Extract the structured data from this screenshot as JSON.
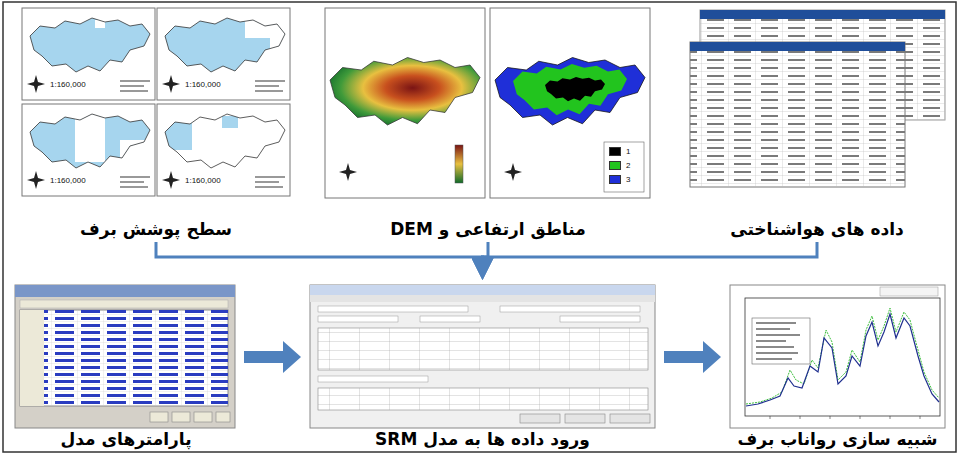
{
  "diagram": {
    "nodes": [
      {
        "text": [
          "سطح پوشش برف"
        ]
      },
      {
        "text": [
          "مناطق ارتفاعی و DEM"
        ]
      },
      {
        "text": [
          "داده های هواشناختی"
        ]
      },
      {
        "text": [
          "پارامترهای مدل"
        ]
      },
      {
        "text": [
          "ورود داده ها به مدل SRM"
        ]
      },
      {
        "text": [
          "شبیه سازی رواناب برف"
        ]
      }
    ],
    "edges": [
      {
        "from": 0,
        "to": 4,
        "arrow": "to"
      },
      {
        "from": 1,
        "to": 4,
        "arrow": "to"
      },
      {
        "from": 2,
        "to": 4,
        "arrow": "to"
      },
      {
        "from": 3,
        "to": 4,
        "arrow": "to"
      },
      {
        "from": 4,
        "to": 5,
        "arrow": "to"
      }
    ],
    "labels": [
      "1:160,000",
      "1:160,000",
      "1:160,000",
      "1:160,000"
    ],
    "legend": [
      {
        "text": "1",
        "color": "#000000"
      },
      {
        "text": "2",
        "color": "#22c41e"
      },
      {
        "text": "3",
        "color": "#1f2fd8"
      }
    ]
  }
}
